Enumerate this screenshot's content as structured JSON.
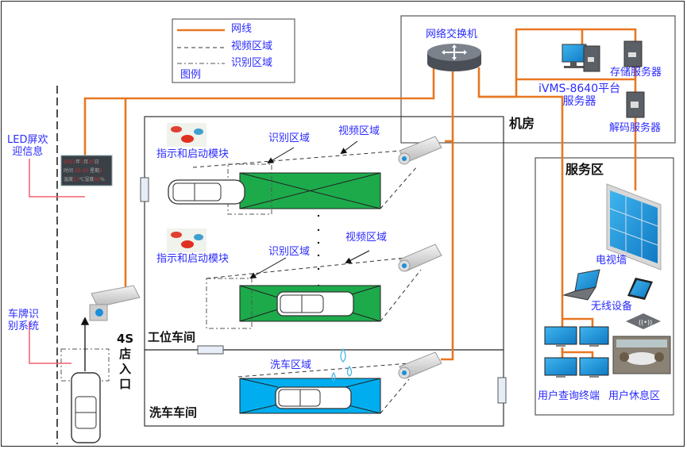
{
  "colors": {
    "network_line": "#E87722",
    "label_text": "#2B2BFF",
    "callout_line": "#F06070",
    "work_bay_fill": "#1DAA4B",
    "wash_bay_fill": "#00AEEF",
    "screen_blue": "#1E9BE0"
  },
  "legend": {
    "title": "图例",
    "items": [
      {
        "style": "solid-orange",
        "label": "网线"
      },
      {
        "style": "dashed",
        "label": "视频区域"
      },
      {
        "style": "dash-dot",
        "label": "识别区域"
      }
    ]
  },
  "server_room": {
    "title": "机房",
    "switch_label": "网络交换机",
    "platform_label_line1": "iVMS-8640平台",
    "platform_label_line2": "服务器",
    "storage_label": "存储服务器",
    "decode_label": "解码服务器"
  },
  "entrance": {
    "led_label_line1": "LED屏欢",
    "led_label_line2": "迎信息",
    "led_display": {
      "row1": [
        "2013",
        "年",
        "3",
        "月",
        "25",
        "日"
      ],
      "row2": [
        "时间",
        "20:30",
        "星期",
        "2"
      ],
      "row3": [
        "温度",
        "23",
        "℃",
        "湿度",
        "80",
        "%"
      ]
    },
    "lpr_label_line1": "车牌识",
    "lpr_label_line2": "别系统",
    "entrance_label": [
      "4S",
      "店",
      "入",
      "口"
    ]
  },
  "workshop": {
    "title": "工位车间",
    "bays": [
      {
        "module_label": "指示和启动模块",
        "recog_label": "识别区域",
        "video_label": "视频区域"
      },
      {
        "module_label": "指示和启动模块",
        "recog_label": "识别区域",
        "video_label": "视频区域"
      }
    ]
  },
  "wash": {
    "title": "洗车车间",
    "zone_label": "洗车区域"
  },
  "service": {
    "title": "服务区",
    "tv_wall_label": "电视墙",
    "wireless_label": "无线设备",
    "terminal_label": "用户查询终端",
    "lounge_label": "用户休息区"
  }
}
